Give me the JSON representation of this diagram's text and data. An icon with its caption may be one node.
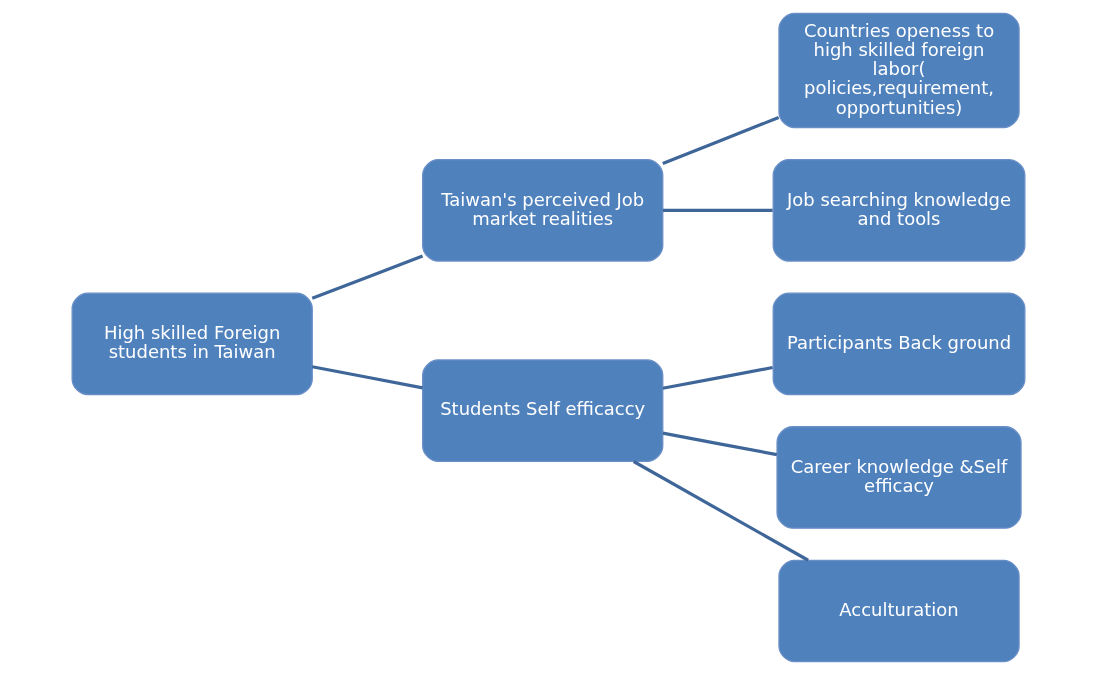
{
  "diagram": {
    "nodes": [
      {
        "text": [
          "High skilled Foreign students in Taiwan"
        ]
      },
      {
        "text": [
          "Taiwan's perceived Job market realities"
        ]
      },
      {
        "text": [
          "Students Self efficaccy"
        ]
      },
      {
        "text": [
          "Countries openess to high skilled foreign labor( policies,requirement, opportunities)"
        ]
      },
      {
        "text": [
          "Job searching knowledge and tools"
        ]
      },
      {
        "text": [
          "Participants Back ground"
        ]
      },
      {
        "text": [
          "Career knowledge &Self efficacy"
        ]
      },
      {
        "text": [
          "Acculturation"
        ]
      }
    ],
    "edges": [
      {
        "from": 0,
        "to": 1,
        "arrow": "none"
      },
      {
        "from": 0,
        "to": 2,
        "arrow": "none"
      },
      {
        "from": 1,
        "to": 3,
        "arrow": "none"
      },
      {
        "from": 1,
        "to": 4,
        "arrow": "none"
      },
      {
        "from": 2,
        "to": 5,
        "arrow": "none"
      },
      {
        "from": 2,
        "to": 6,
        "arrow": "none"
      },
      {
        "from": 2,
        "to": 7,
        "arrow": "none"
      }
    ]
  }
}
